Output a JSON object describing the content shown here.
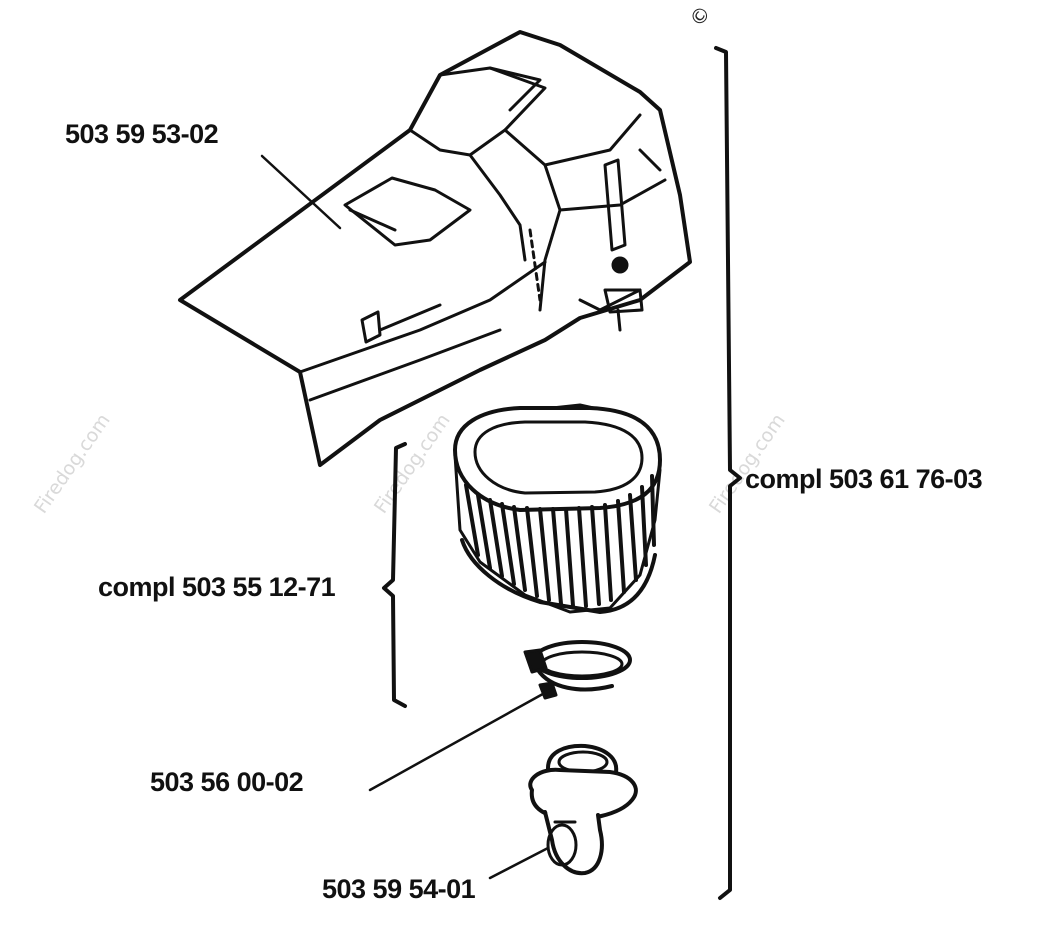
{
  "diagram": {
    "copyright_symbol": "©",
    "watermark_text": "Firedog.com",
    "part_labels": {
      "air_filter_cover": "503 59 53-02",
      "filter_assembly": "compl 503 55 12-71",
      "clamp": "503 56 00-02",
      "adapter": "503 59 54-01",
      "complete_assembly": "compl 503 61 76-03"
    }
  }
}
